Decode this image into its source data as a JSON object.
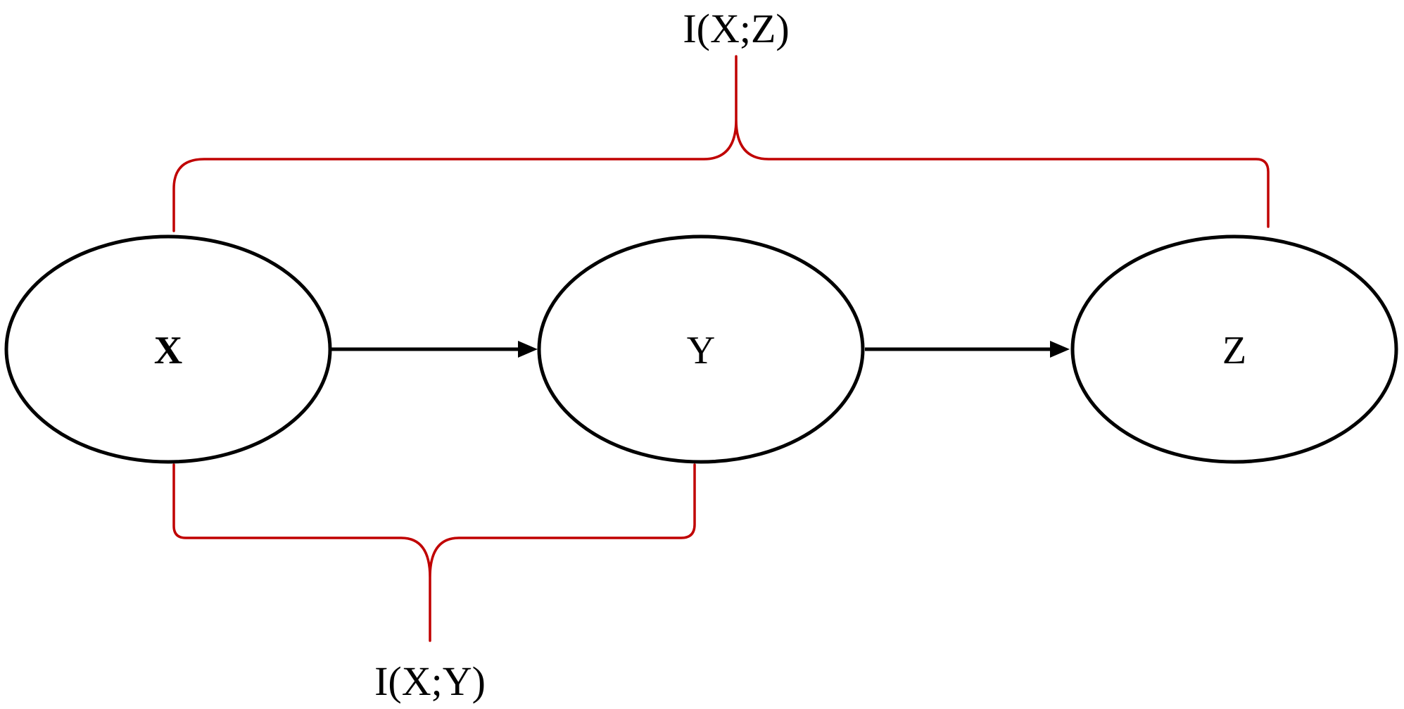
{
  "nodes": {
    "x": {
      "label": "X"
    },
    "y": {
      "label": "Y"
    },
    "z": {
      "label": "Z"
    }
  },
  "braces": {
    "top": {
      "label": "I(X;Z)"
    },
    "bottom": {
      "label": "I(X;Y)"
    }
  },
  "colors": {
    "node_stroke": "#000000",
    "arrow": "#000000",
    "brace": "#c00000"
  }
}
